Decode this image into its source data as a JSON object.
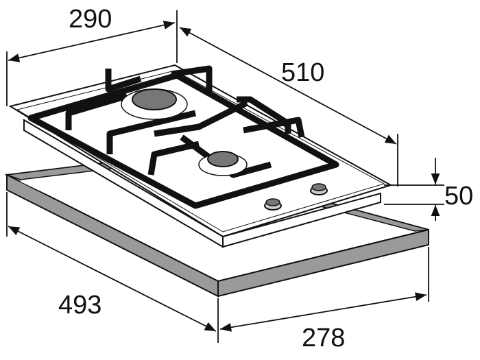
{
  "dimensions": {
    "width_top": "290",
    "depth_top": "510",
    "height": "50",
    "cutout_depth": "493",
    "cutout_width": "278"
  },
  "colors": {
    "line": "#111111",
    "frame_fill": "#9a9a9a",
    "hob_fill": "#ffffff",
    "burner_fill": "#777777"
  }
}
